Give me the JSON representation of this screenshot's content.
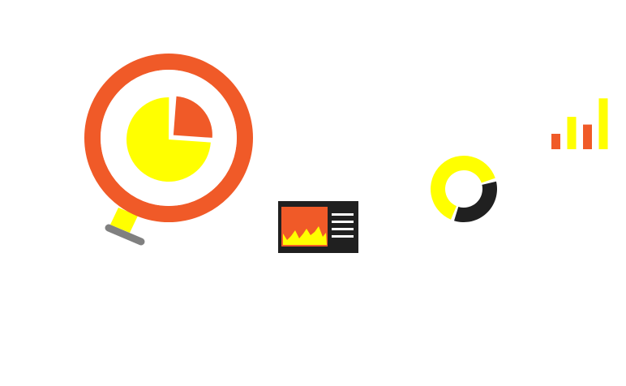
{
  "canvas": {
    "background": "#ffffff"
  },
  "palette": {
    "orange": "#f05a28",
    "yellow": "#ffff00",
    "dark": "#202020",
    "gray": "#808080",
    "white": "#ffffff"
  },
  "illustrations": [
    {
      "name": "magnifier-pie-chart-icon",
      "description_color_ring": "orange",
      "description_color_slices": [
        "yellow",
        "orange"
      ]
    },
    {
      "name": "monitor-dashboard-icon"
    },
    {
      "name": "donut-chart-icon"
    },
    {
      "name": "bar-chart-icon"
    }
  ],
  "chart_data": [
    {
      "type": "pie",
      "values": [
        74,
        26
      ],
      "colors": [
        "#ffff00",
        "#f05a28"
      ]
    },
    {
      "type": "pie",
      "values": [
        65,
        35
      ],
      "colors": [
        "#ffff00",
        "#202020"
      ]
    },
    {
      "type": "bar",
      "values": [
        1,
        2.1,
        1.6,
        3.3
      ],
      "colors": [
        "#f05a28",
        "#ffff00",
        "#f05a28",
        "#ffff00"
      ]
    }
  ]
}
